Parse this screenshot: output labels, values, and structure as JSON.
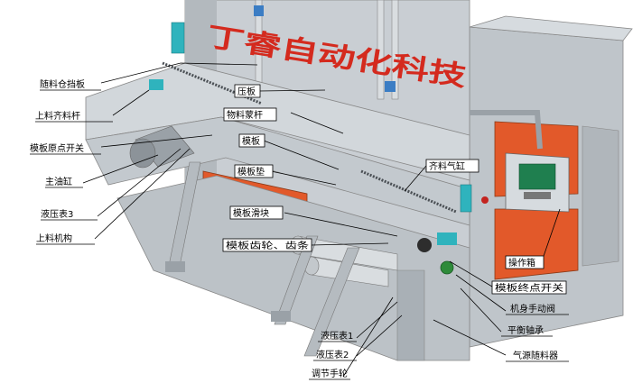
{
  "brand_text": "丁睿自动化科技",
  "colors": {
    "wall": "#c9ced3",
    "wall_dark": "#a9b0b6",
    "panel_orange": "#e2592a",
    "steel": "#b9bec3",
    "accent_teal": "#2fb3bd",
    "accent_green": "#2e8b3a",
    "brand_red": "#d42a1e",
    "box_fill": "#ffffff"
  },
  "labels": {
    "suiliao_cang_dangban": "随料仓挡板",
    "shangliao_qiliao_gan": "上料齐料杆",
    "mengban_yuandian_kaiguan": "模板原点开关",
    "zhu_yougang": "主油缸",
    "yeya_biao_3": "液压表3",
    "shangliao_jigou": "上料机构",
    "yaban": "压板",
    "wuliao_mengan": "物料蒙杆",
    "mengban": "模板",
    "mengban_dian": "模板垫",
    "mengban_huakuai": "模板滑块",
    "mengban_chilun_chitiao": "模板齿轮、齿条",
    "qiliao_qigang": "齐料气缸",
    "caozuo_xiang": "操作箱",
    "mengban_zhongdian_kaiguan": "模板终点开关",
    "jishen_shoudong_fa": "机身手动阀",
    "pingheng_zhoucheng": "平衡轴承",
    "qiyuan_suiliao_qi": "气源随料器",
    "yeya_biao_1": "液压表1",
    "yeya_biao_2": "液压表2",
    "tiaojie_shoulun": "调节手轮"
  }
}
